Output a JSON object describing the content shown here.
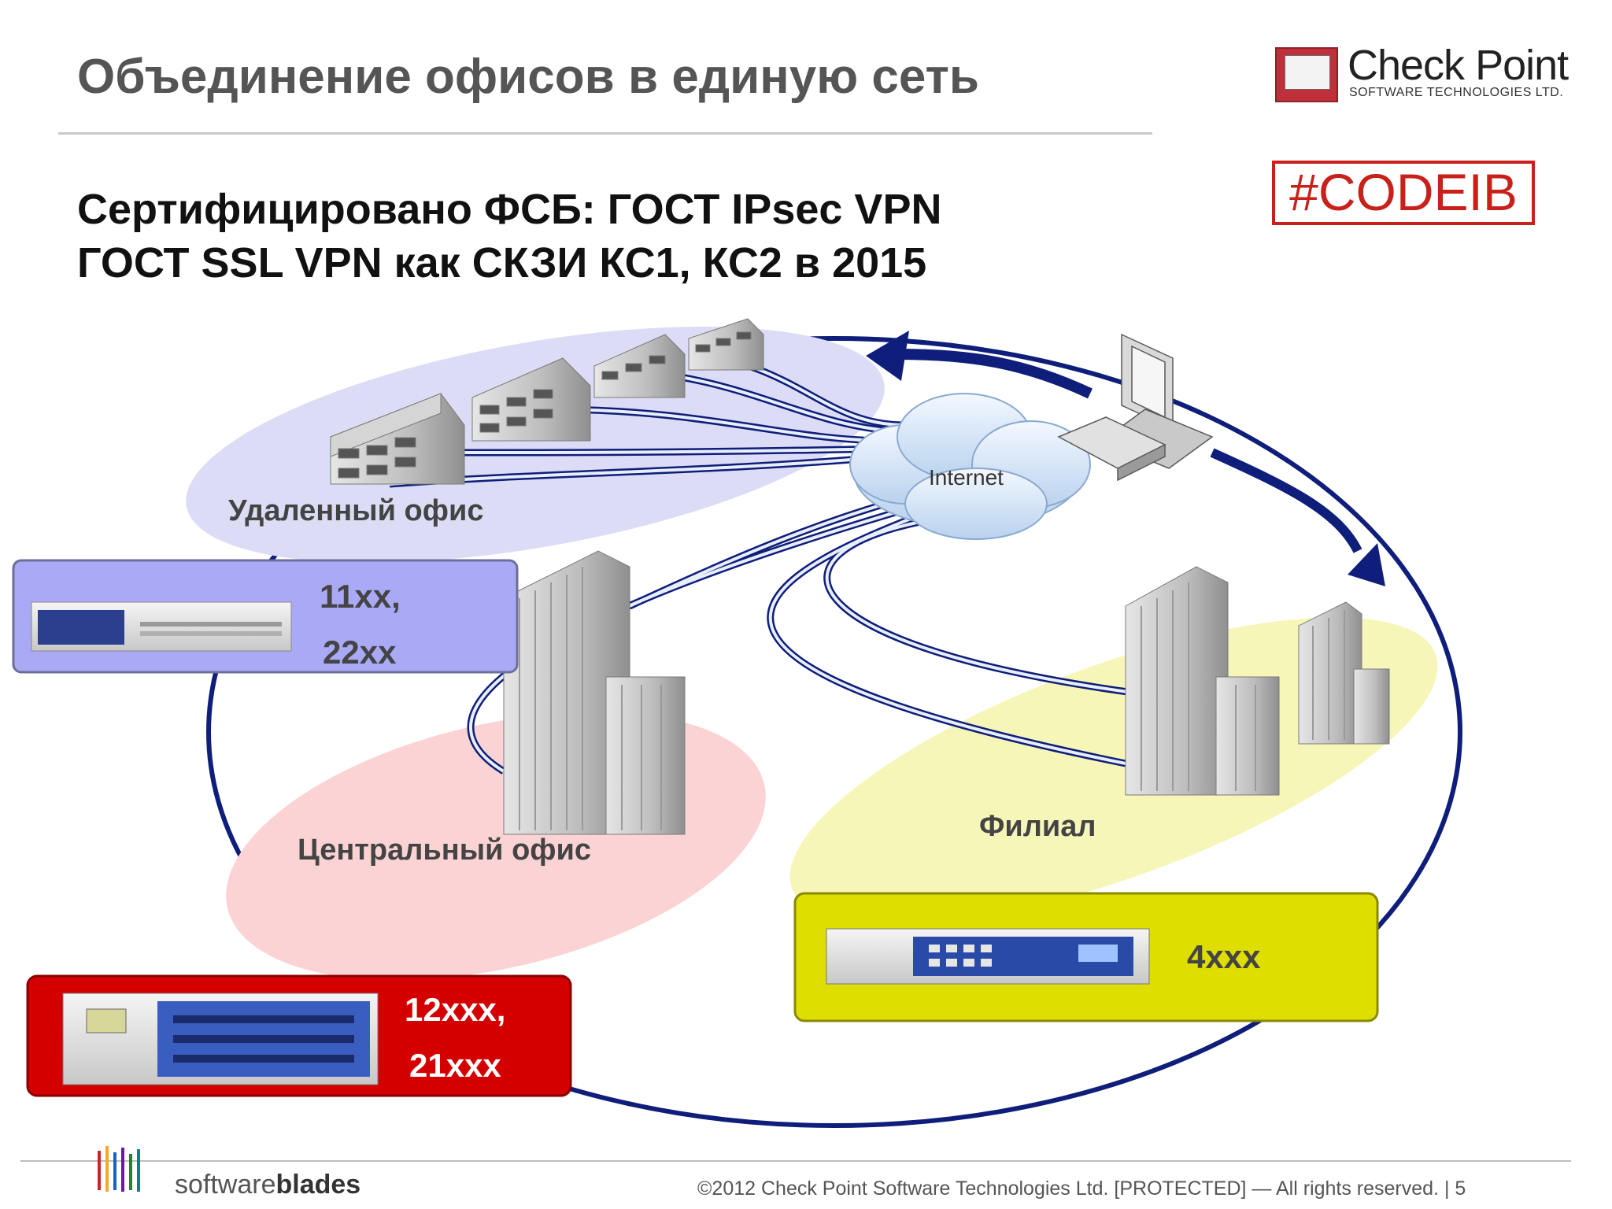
{
  "slide": {
    "title": "Объединение офисов в единую сеть",
    "subtitle_line1": "Сертифицировано ФСБ: ГОСТ  IPsec VPN",
    "subtitle_line2": "ГОСТ  SSL VPN  как СКЗИ КС1, КС2 в 2015",
    "hashtag": "#CODEIB"
  },
  "logo": {
    "name": "Check Point",
    "tagline": "SOFTWARE TECHNOLOGIES LTD."
  },
  "diagram": {
    "internet_label": "Internet",
    "zones": [
      {
        "id": "remote",
        "label": "Удаленный офис",
        "color": "#dcdcf6"
      },
      {
        "id": "central",
        "label": "Центральный офис",
        "color": "#fbd3d4"
      },
      {
        "id": "branch",
        "label": "Филиал",
        "color": "#f7f6b9"
      }
    ],
    "devices": [
      {
        "id": "remote-device",
        "line1": "11xx,",
        "line2": "22xx",
        "color": "#a9a9f6"
      },
      {
        "id": "central-device",
        "line1": "12xxx,",
        "line2": "21xxx",
        "color": "#d40000"
      },
      {
        "id": "branch-device",
        "line1": "4xxx",
        "line2": "",
        "color": "#dede00"
      }
    ]
  },
  "footer": {
    "brand_light": "software",
    "brand_bold": "blades",
    "copyright": "©2012 Check Point Software Technologies Ltd.    [PROTECTED] —   All rights reserved.    |      5"
  }
}
